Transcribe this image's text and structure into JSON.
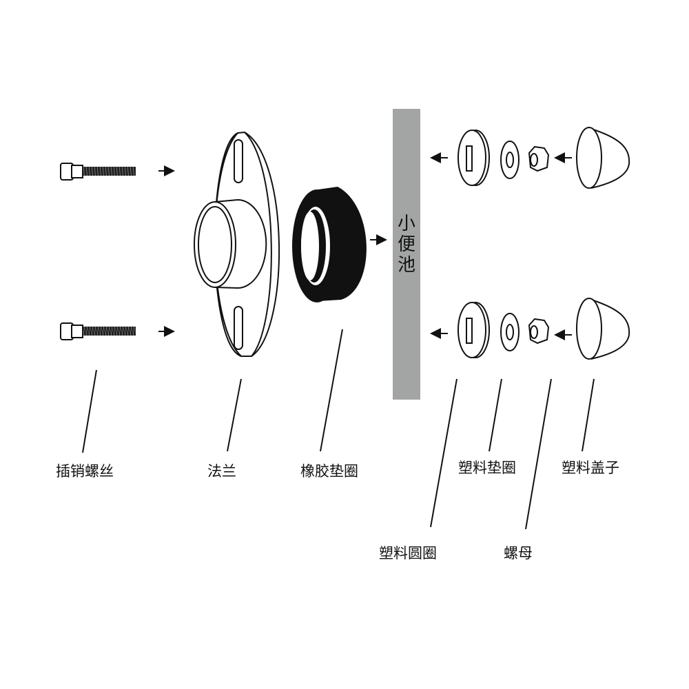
{
  "labels": {
    "pin_screw": "插销螺丝",
    "flange": "法兰",
    "rubber_gasket": "橡胶垫圈",
    "plastic_washer": "塑料垫圈",
    "plastic_cap": "塑料盖子",
    "plastic_ring": "塑料圆圈",
    "nut": "螺母"
  },
  "wall": {
    "chars": [
      "小",
      "便",
      "池"
    ],
    "color": "#a3a5a4"
  }
}
